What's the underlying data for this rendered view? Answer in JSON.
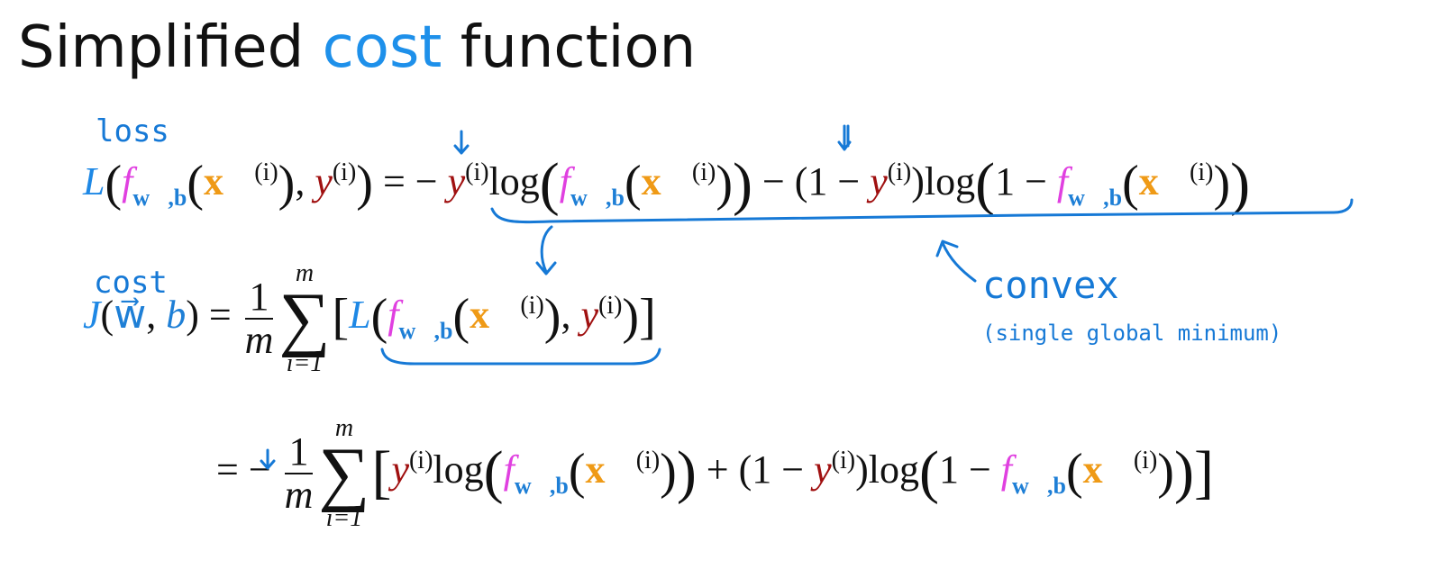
{
  "title": {
    "part1": "Simplified ",
    "highlight": "cost",
    "part2": " function"
  },
  "annotations": {
    "loss": "loss",
    "cost": "cost",
    "convex": "convex",
    "convex_note": "(single global minimum)"
  },
  "symbols": {
    "L": "L",
    "J": "J",
    "f": "f",
    "wb": "w⃗,b",
    "x": "x⃗",
    "y": "y",
    "sup_i": "(i)",
    "log": "log",
    "m": "m",
    "one": "1",
    "i_eq_1": "i=1",
    "w": "w⃗",
    "b": "b"
  },
  "colors": {
    "title_highlight": "#1e90ea",
    "annotation_blue": "#1679d6",
    "loss_L": "#1e88e5",
    "f_pink": "#e040e0",
    "wb_blue": "#1e7fd6",
    "x_orange": "#ef9a16",
    "y_red": "#a01010",
    "text": "#111111"
  }
}
